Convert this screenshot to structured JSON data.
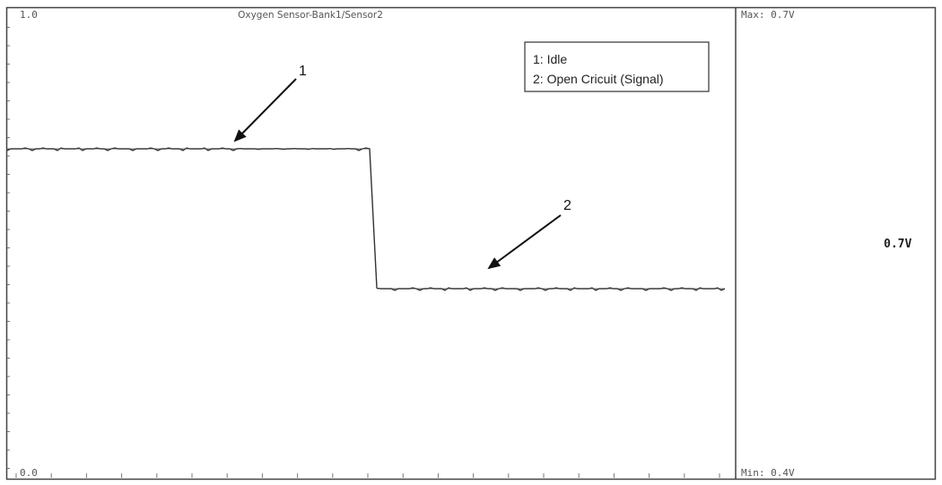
{
  "scope": {
    "top_scale_label": "1.0",
    "bottom_scale_label": "0.0",
    "title": "Oxygen Sensor-Bank1/Sensor2",
    "max_label": "Max:  0.7V",
    "min_label": "Min:  0.4V",
    "current_reading": "0.7V"
  },
  "legend": {
    "items": [
      "1: Idle",
      "2: Open Cricuit (Signal)"
    ]
  },
  "callouts": {
    "one": "1",
    "two": "2"
  },
  "chart_data": {
    "type": "line",
    "title": "Oxygen Sensor-Bank1/Sensor2",
    "ylim": [
      0.0,
      1.0
    ],
    "yunit": "V",
    "grid": false,
    "legend_placement": "top-right",
    "series": [
      {
        "segments": [
          {
            "label": "1: Idle",
            "x_range": [
              0.0,
              0.505
            ],
            "value": 0.7
          },
          {
            "label": "2: Open Cricuit (Signal)",
            "x_range": [
              0.515,
              1.0
            ],
            "value": 0.4
          }
        ]
      }
    ],
    "max": 0.7,
    "min": 0.4
  }
}
